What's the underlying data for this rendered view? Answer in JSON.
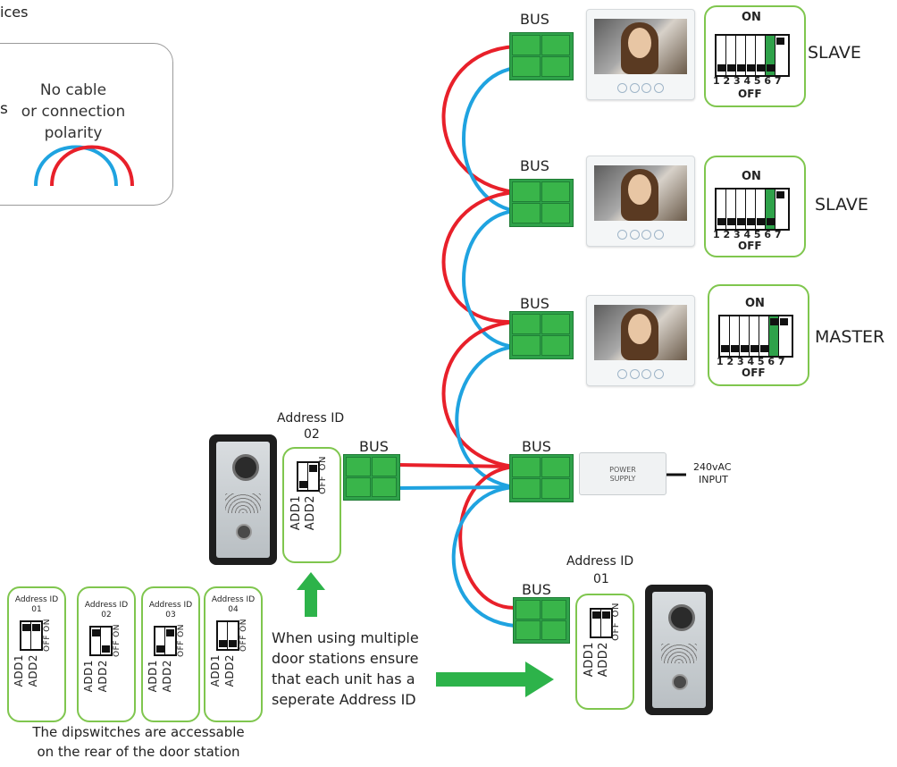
{
  "header_fragment": "ices",
  "note": {
    "left_fragment": "s",
    "line1": "No cable",
    "line2": "or connection",
    "line3": "polarity"
  },
  "colors": {
    "wire_pos": "#e8202a",
    "wire_neg": "#1fa3e0",
    "terminal": "#39b54a",
    "box_border": "#7fc64e",
    "arrow": "#2db34a"
  },
  "monitors": [
    {
      "bus": "BUS",
      "role": "SLAVE",
      "dip_on": "ON",
      "dip_off": "OFF",
      "dip_numbers": "1 2 3 4 5 6 7"
    },
    {
      "bus": "BUS",
      "role": "SLAVE",
      "dip_on": "ON",
      "dip_off": "OFF",
      "dip_numbers": "1 2 3 4 5 6 7"
    },
    {
      "bus": "BUS",
      "role": "MASTER",
      "dip_on": "ON",
      "dip_off": "OFF",
      "dip_numbers": "1 2 3 4 5 6 7"
    }
  ],
  "power": {
    "bus": "BUS",
    "label_line1": "POWER",
    "label_line2": "SUPPLY",
    "input_line1": "240vAC",
    "input_line2": "INPUT"
  },
  "door_left": {
    "address_line1": "Address ID",
    "address_line2": "02",
    "bus": "BUS"
  },
  "door_right": {
    "address_line1": "Address ID",
    "address_line2": "01",
    "bus": "BUS"
  },
  "dipswitch": {
    "add1": "ADD1",
    "add2": "ADD2",
    "on": "ON",
    "off": "OFF"
  },
  "address_examples": [
    {
      "title": "Address ID",
      "id": "01"
    },
    {
      "title": "Address ID",
      "id": "02"
    },
    {
      "title": "Address ID",
      "id": "03"
    },
    {
      "title": "Address ID",
      "id": "04"
    }
  ],
  "instruction": {
    "line1": "When using multiple",
    "line2": "door stations ensure",
    "line3": "that each unit has a",
    "line4": "seperate Address ID"
  },
  "footer": {
    "line1": "The dipswitches are accessable",
    "line2": "on the rear of the door station"
  }
}
